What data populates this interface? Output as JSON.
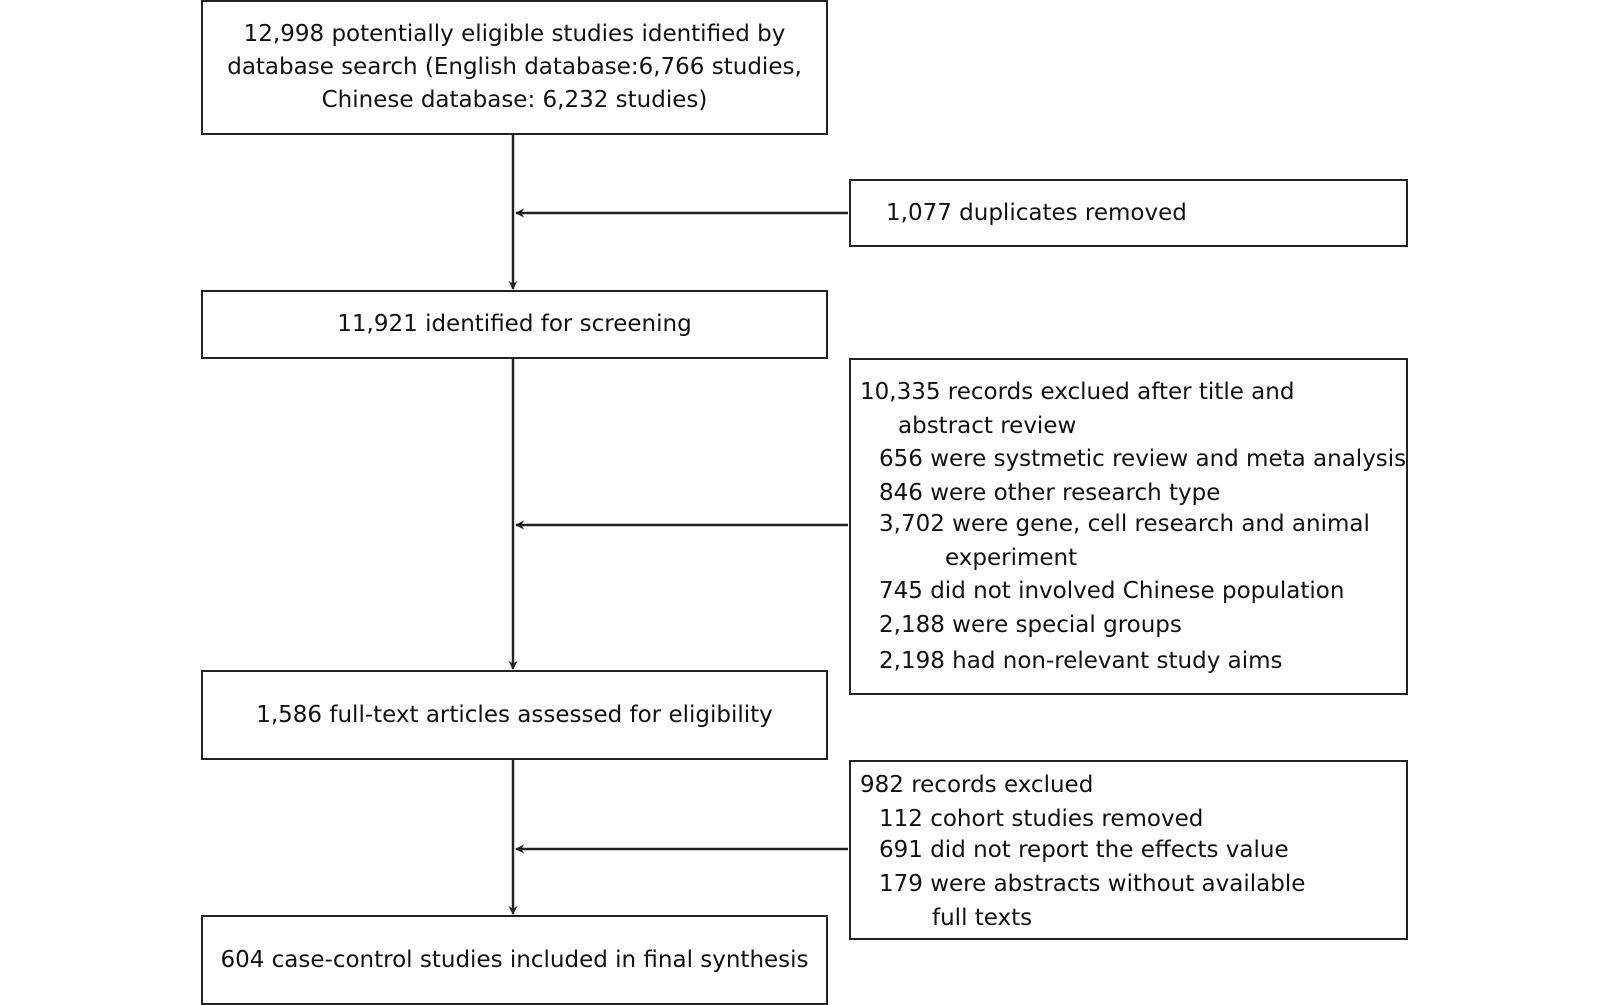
{
  "flow": {
    "search_box": {
      "lines": [
        "12,998 potentially eligible studies identified by",
        "database search (English database:6,766 studies,",
        "Chinese database: 6,232 studies)"
      ]
    },
    "duplicates_box": {
      "text": "1,077 duplicates removed"
    },
    "screening_box": {
      "text": "11,921 identified for screening"
    },
    "excluded_title_box": {
      "heading": "10,335 records exclued after title and",
      "heading_cont": "abstract review",
      "items": [
        "656 were systmetic review and meta analysis",
        "846 were other research type",
        "3,702 were gene, cell research and animal",
        "experiment",
        "745 did not involved Chinese population",
        "2,188 were special groups",
        "2,198 had non-relevant study aims"
      ]
    },
    "fulltext_box": {
      "text": "1,586 full-text articles assessed for eligibility"
    },
    "excluded_fulltext_box": {
      "heading": "982 records exclued",
      "items": [
        "112 cohort studies removed",
        "691 did not report the effects value",
        "179 were abstracts without available",
        "full texts"
      ]
    },
    "final_box": {
      "text": "604 case-control studies included in final synthesis"
    }
  },
  "colors": {
    "stroke": "#222222",
    "text": "#111111",
    "background": "#ffffff"
  }
}
